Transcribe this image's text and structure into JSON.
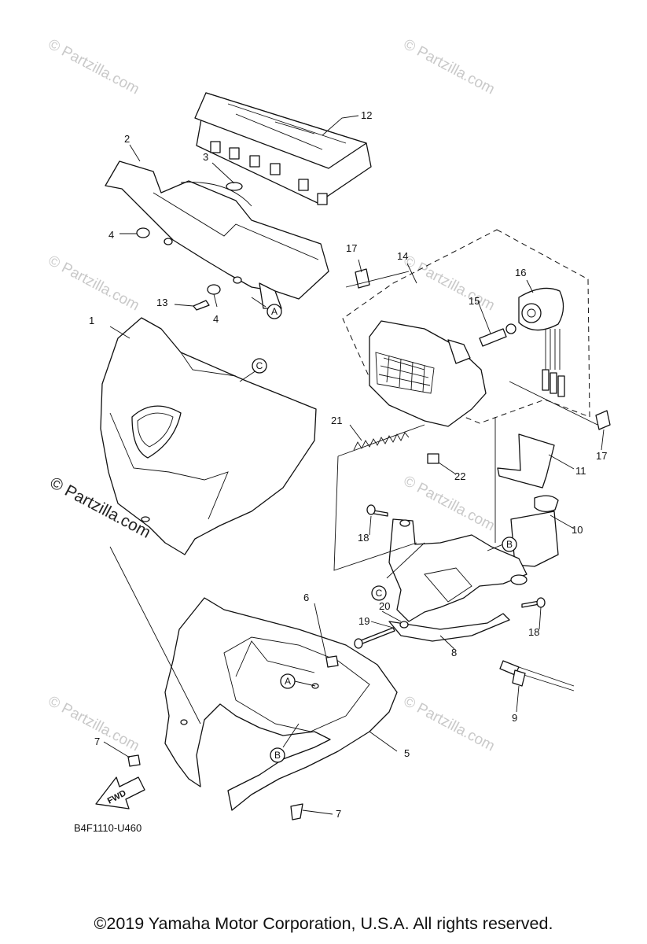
{
  "diagram": {
    "watermark": "© Partzilla.com",
    "part_code": "B4F1110-U460",
    "copyright": "©2019  Yamaha Motor Corporation, U.S.A. All rights reserved.",
    "fwd_label": "FWD",
    "callouts": [
      "1",
      "2",
      "3",
      "4",
      "4",
      "5",
      "6",
      "7",
      "7",
      "8",
      "9",
      "10",
      "11",
      "12",
      "13",
      "14",
      "15",
      "16",
      "17",
      "17",
      "18",
      "18",
      "19",
      "20",
      "21",
      "22"
    ],
    "reference_markers": [
      "A",
      "A",
      "B",
      "B",
      "C",
      "C"
    ]
  }
}
